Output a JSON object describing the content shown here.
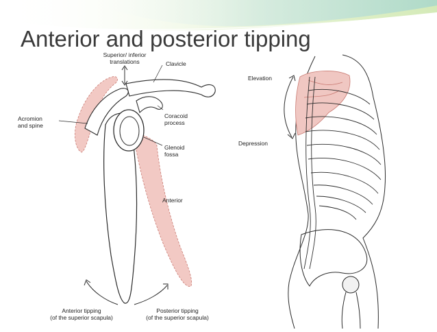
{
  "slide": {
    "title": "Anterior and posterior tipping"
  },
  "scapula_figure": {
    "labels": {
      "superior_inferior": "Superior/ inferior",
      "translations": "translations",
      "clavicle": "Clavicle",
      "acromion": "Acromion",
      "and_spine": "and spine",
      "coracoid": "Coracoid",
      "process": "process",
      "glenoid": "Glenoid",
      "fossa": "fossa",
      "anterior": "Anterior",
      "anterior_tipping": "Anterior tipping",
      "of_superior_scapula_left": "(of the superior scapula)",
      "posterior_tipping": "Posterior tipping",
      "of_superior_scapula_right": "(of the superior scapula)"
    }
  },
  "thorax_figure": {
    "labels": {
      "elevation": "Elevation",
      "depression": "Depression"
    }
  },
  "colors": {
    "title": "#3a3a3a",
    "banner_teal": "#7fc6c2",
    "banner_green": "#b9dc8e",
    "pink_fill": "#f2c9c4",
    "line": "#2a2a2a"
  }
}
